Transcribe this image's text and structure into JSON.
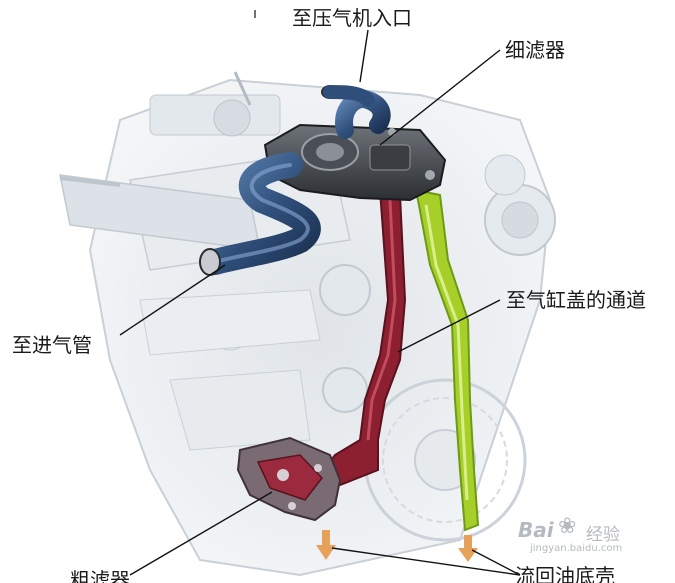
{
  "labels": {
    "compressor_inlet": "至压气机入口",
    "fine_filter": "细滤器",
    "cylinder_head_channel": "至气缸盖的通道",
    "intake_pipe": "至进气管",
    "coarse_filter": "粗滤器",
    "oil_pan_return": "流回油底壳"
  },
  "watermark": {
    "brand": "Bai",
    "brand_suffix": "经验",
    "url": "jingyan.baidu.com"
  },
  "colors": {
    "blue_hose": "#2f4f7a",
    "red_channel": "#8c1f30",
    "green_channel": "#a6cf2a",
    "arrow": "#e6a15a",
    "engine_ghost": "#cfd5dc"
  }
}
